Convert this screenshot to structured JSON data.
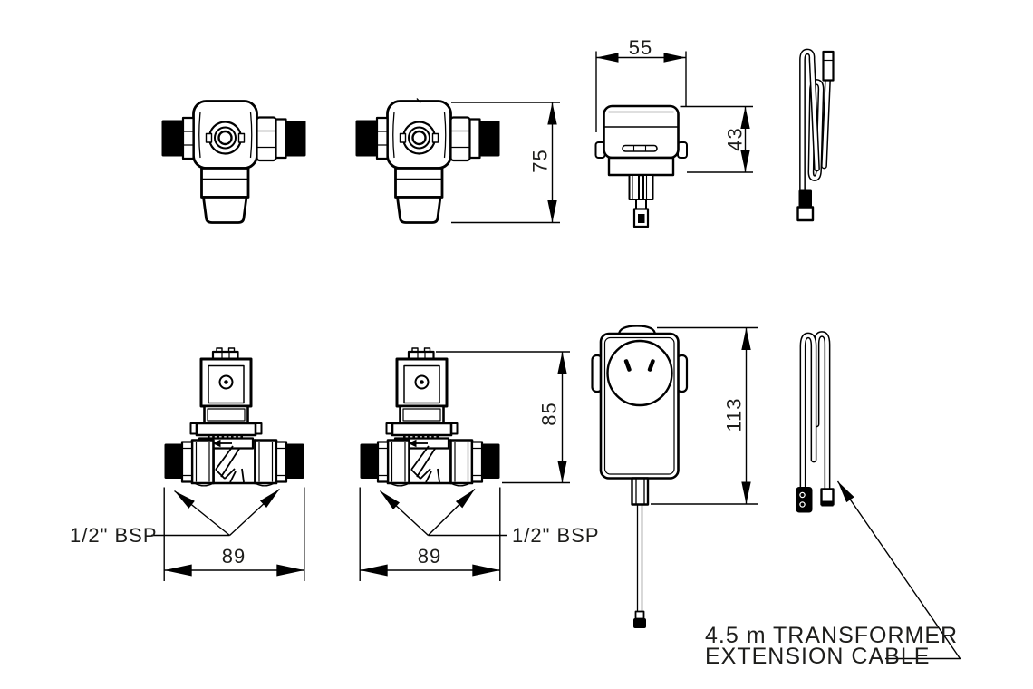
{
  "dimensions": {
    "transformer_side_width": "55",
    "transformer_side_height": "43",
    "valve_top_height": "75",
    "valve_front_height": "85",
    "valve_front_width_left": "89",
    "valve_front_width_right": "89",
    "transformer_front_height": "113"
  },
  "labels": {
    "bsp_left": "1/2\" BSP",
    "bsp_right": "1/2\" BSP"
  },
  "notes": {
    "cable_line1": "4.5 m TRANSFORMER",
    "cable_line2": "EXTENSION CABLE"
  },
  "colors": {
    "line": "#000000",
    "text": "#1d1d1b",
    "background": "#ffffff"
  }
}
